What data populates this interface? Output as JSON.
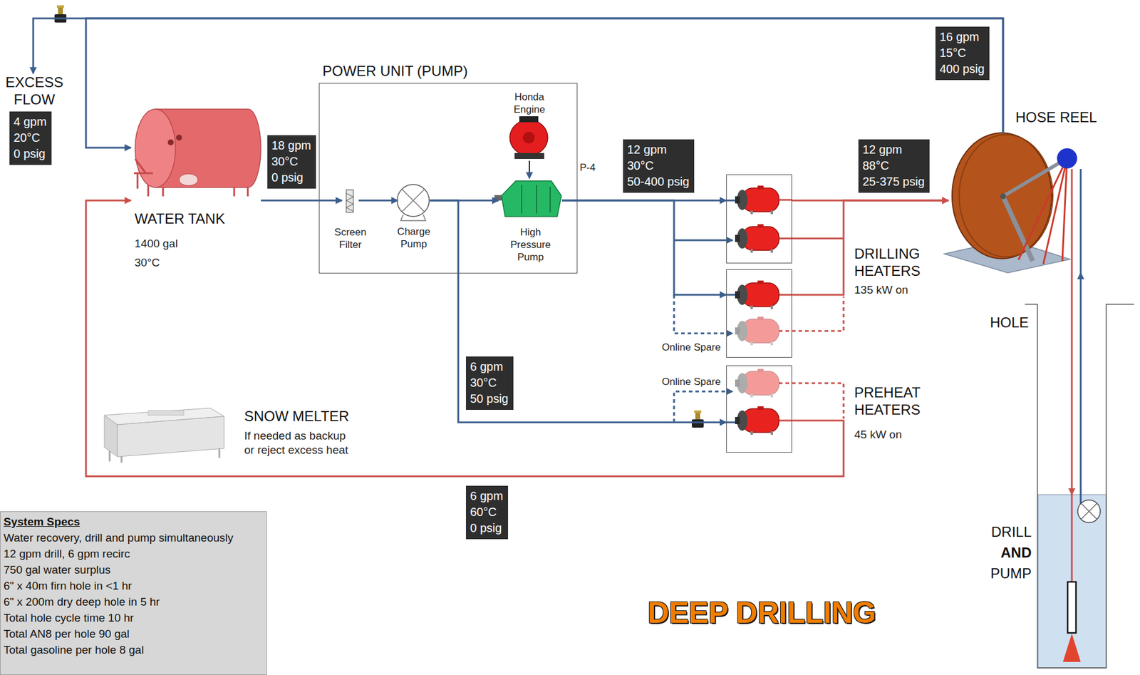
{
  "diagram": {
    "title": "DEEP DRILLING",
    "nodes": [
      {
        "text": [
          "EXCESS FLOW",
          "4 gpm",
          "20°C",
          "0 psig"
        ]
      },
      {
        "text": [
          "WATER TANK",
          "1400 gal",
          "30°C"
        ]
      },
      {
        "text": [
          "18 gpm",
          "30°C",
          "0 psig"
        ]
      },
      {
        "text": [
          "POWER UNIT (PUMP)"
        ]
      },
      {
        "text": [
          "Honda Engine"
        ],
        "in": 3
      },
      {
        "text": [
          "Screen Filter"
        ],
        "in": 3
      },
      {
        "text": [
          "Charge Pump"
        ],
        "in": 3
      },
      {
        "text": [
          "High Pressure Pump"
        ],
        "in": 3
      },
      {
        "text": [
          "12 gpm",
          "30°C",
          "50-400 psig"
        ]
      },
      {
        "text": [
          "DRILLING HEATERS",
          "135 kW on"
        ]
      },
      {
        "text": [
          "Online Spare"
        ]
      },
      {
        "text": [
          "Online Spare",
          "PREHEAT HEATERS",
          "45 kW on"
        ]
      },
      {
        "text": [
          "12 gpm",
          "88°C",
          "25-375 psig"
        ]
      },
      {
        "text": [
          "16 gpm",
          "15°C",
          "400 psig"
        ]
      },
      {
        "text": [
          "HOSE REEL"
        ]
      },
      {
        "text": [
          "6 gpm",
          "30°C",
          "50 psig"
        ]
      },
      {
        "text": [
          "SNOW MELTER",
          "If needed as backup or reject excess heat"
        ]
      },
      {
        "text": [
          "6 gpm",
          "60°C",
          "0 psig"
        ]
      },
      {
        "text": [
          "HOLE"
        ]
      },
      {
        "text": [
          "DRILL",
          "AND",
          "PUMP"
        ],
        "in": 18
      },
      {
        "text": [
          "System Specs",
          "Water recovery, drill and pump simultaneously",
          "12 gpm drill, 6 gpm recirc",
          "750 gal water surplus",
          "6\" x 40m firn hole in <1 hr",
          "6\" x 200m dry deep hole in 5 hr",
          "Total hole cycle time 10 hr",
          "Total AN8 per hole 90 gal",
          "Total gasoline per hole 8 gal"
        ]
      }
    ],
    "edges": [
      {
        "from": 1,
        "to": 5,
        "arrow": "to"
      },
      {
        "from": 5,
        "to": 6,
        "arrow": "to"
      },
      {
        "from": 6,
        "to": 7,
        "arrow": "to"
      },
      {
        "from": 4,
        "to": 7,
        "arrow": "to"
      },
      {
        "from": 7,
        "to": 9,
        "arrow": "to"
      },
      {
        "from": 7,
        "to": 10,
        "arrow": "to"
      },
      {
        "from": 6,
        "to": 11,
        "arrow": "to"
      },
      {
        "from": 9,
        "to": 14,
        "arrow": "to"
      },
      {
        "from": 10,
        "to": 14,
        "arrow": "to"
      },
      {
        "from": 11,
        "to": 1,
        "arrow": "to"
      },
      {
        "from": 14,
        "to": 0,
        "arrow": "to"
      },
      {
        "from": 14,
        "to": 1,
        "arrow": "to"
      },
      {
        "from": 14,
        "to": 19,
        "arrow": "to"
      },
      {
        "from": 19,
        "to": 14,
        "arrow": "to"
      }
    ],
    "labels": [
      "P-4"
    ]
  }
}
